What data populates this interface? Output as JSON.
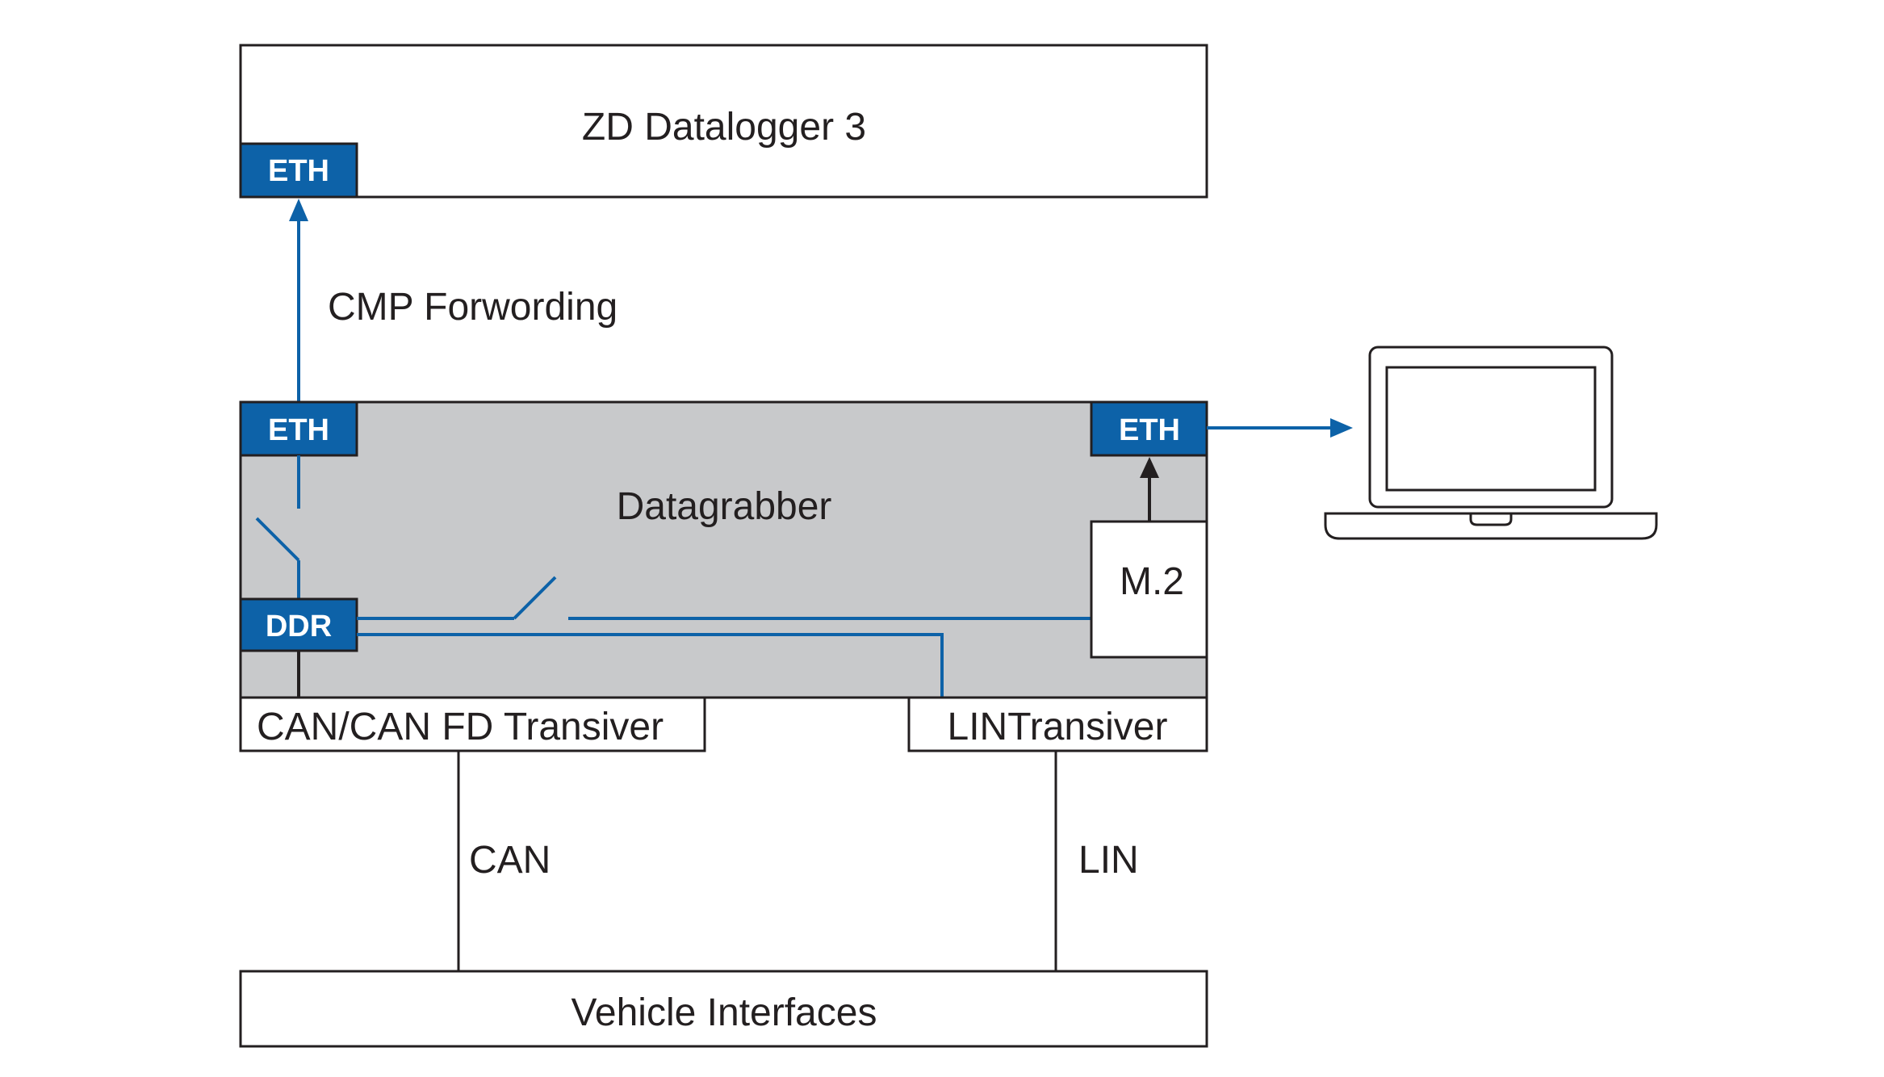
{
  "diagram": {
    "datalogger_title": "ZD Datalogger 3",
    "datagrabber_title": "Datagrabber",
    "cmp_label": "CMP Forwording",
    "eth_top": "ETH",
    "eth_left": "ETH",
    "eth_right": "ETH",
    "ddr": "DDR",
    "m2": "M.2",
    "can_transceiver": "CAN/CAN FD Transiver",
    "lin_transceiver": "LINTransiver",
    "can_label": "CAN",
    "lin_label": "LIN",
    "vehicle_interfaces": "Vehicle Interfaces",
    "laptop_icon": "laptop-icon"
  },
  "colors": {
    "accent_blue": "#0d62a8",
    "box_gray": "#c8c9cb",
    "line_dark": "#231f20"
  }
}
